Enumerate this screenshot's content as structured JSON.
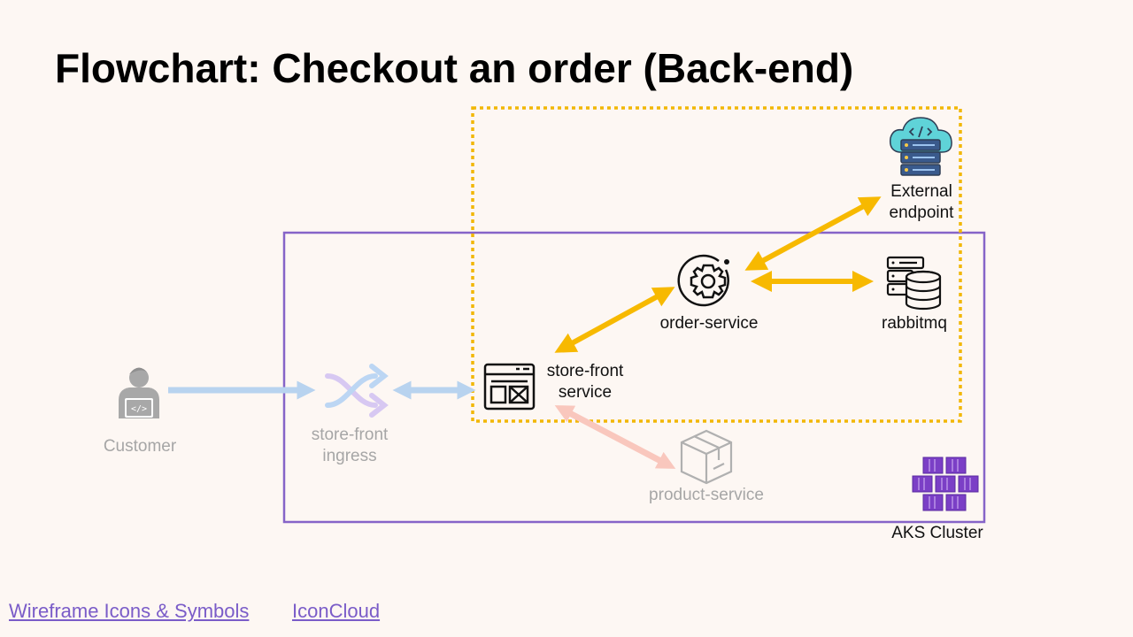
{
  "title": "Flowchart: Checkout an order (Back-end)",
  "nodes": {
    "customer": "Customer",
    "ingress_line1": "store-front",
    "ingress_line2": "ingress",
    "storefront_line1": "store-front",
    "storefront_line2": "service",
    "order_service": "order-service",
    "rabbitmq": "rabbitmq",
    "external_line1": "External",
    "external_line2": "endpoint",
    "product_service": "product-service",
    "aks_cluster": "AKS Cluster"
  },
  "links": {
    "wireframe": "Wireframe Icons & Symbols",
    "iconcloud": "IconCloud"
  },
  "colors": {
    "background": "#fdf7f3",
    "cluster_border": "#8664c8",
    "highlight_border": "#f2b705",
    "active_arrow": "#f7b900",
    "faded_blue_arrow": "#b8d3ef",
    "faded_pink_arrow": "#f9c7bd",
    "aks_purple": "#7b3fc6",
    "link": "#7a5cc8"
  }
}
